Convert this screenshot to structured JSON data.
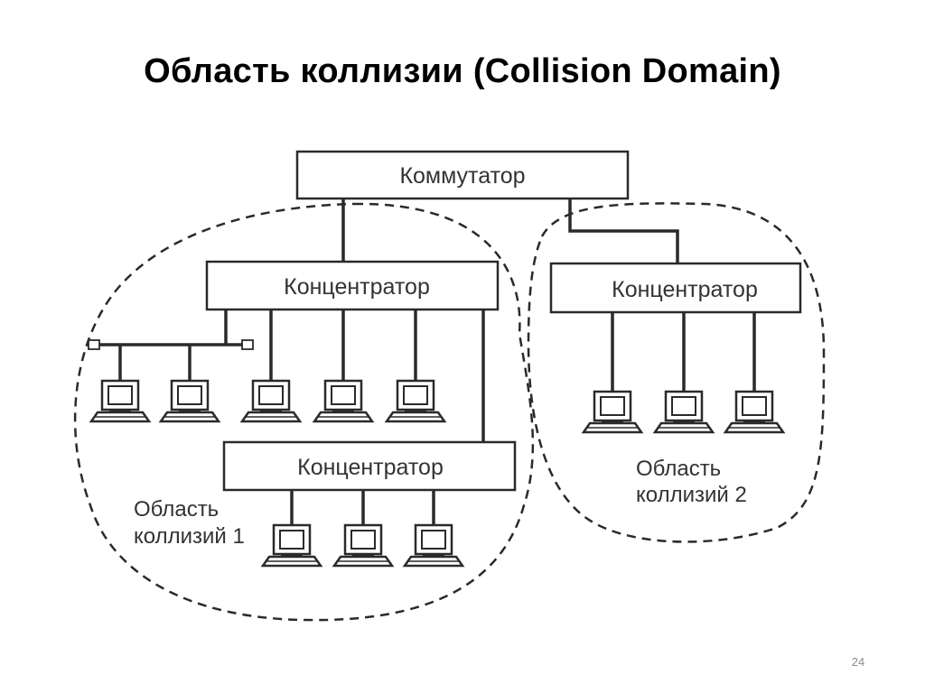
{
  "slide": {
    "title": "Область коллизии (Collision Domain)",
    "page_number": "24"
  },
  "diagram": {
    "switch_label": "Коммутатор",
    "hub_label": "Концентратор",
    "zones": [
      {
        "line1": "Область",
        "line2": "коллизий 1"
      },
      {
        "line1": "Область",
        "line2": "коллизий 2"
      }
    ]
  },
  "colors": {
    "line": "#2a2a2a",
    "text": "#333333",
    "page_number": "#8c8c8c"
  },
  "icons": [
    "computer-icon",
    "terminator-icon"
  ]
}
